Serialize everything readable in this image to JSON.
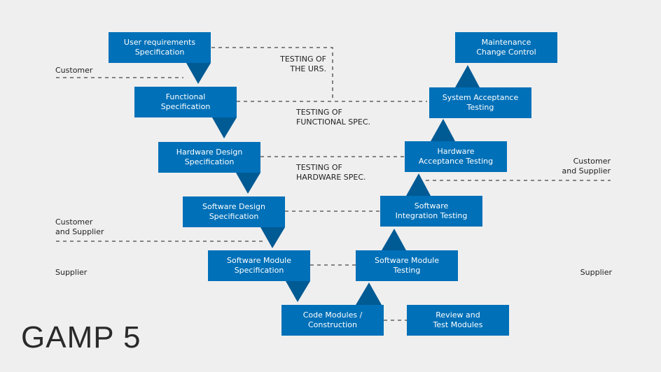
{
  "title": "GAMP 5",
  "colors": {
    "box": "#0070b8",
    "arrow": "#005a94",
    "background": "#efefef"
  },
  "left_boxes": [
    "User requirements\nSpecification",
    "Functional\nSpecification",
    "Hardware Design\nSpecification",
    "Software Design\nSpecification",
    "Software Module\nSpecification"
  ],
  "bottom_box": "Code Modules /\nConstruction",
  "review_box": "Review and\nTest Modules",
  "right_boxes": [
    "Software Module\nTesting",
    "Software\nIntegration Testing",
    "Hardware\nAcceptance Testing",
    "System Acceptance\nTesting",
    "Maintenance\nChange Control"
  ],
  "testing_labels": [
    "TESTING OF\nTHE URS.",
    "TESTING OF\nFUNCTIONAL SPEC.",
    "TESTING OF\nHARDWARE SPEC."
  ],
  "responsibility_labels": {
    "customer": "Customer",
    "customer_supplier_left": "Customer\nand Supplier",
    "supplier_left": "Supplier",
    "customer_supplier_right": "Customer\nand Supplier",
    "supplier_right": "Supplier"
  }
}
